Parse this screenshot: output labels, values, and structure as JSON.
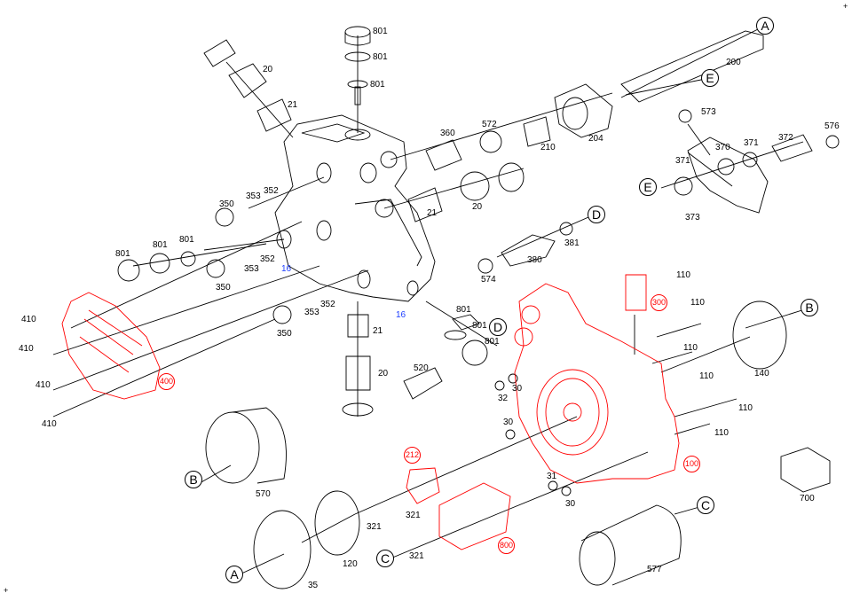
{
  "diagram": {
    "colors": {
      "line": "#000000",
      "highlight": "#ff0000",
      "blue": "#1f3fff"
    },
    "parts": {
      "p801a": "801",
      "p801b": "801",
      "p801c": "801",
      "p20a": "20",
      "p21a": "21",
      "refA1": "A",
      "p200": "200",
      "refE1": "E",
      "p573": "573",
      "p576": "576",
      "p372": "372",
      "p371a": "371",
      "p370": "370",
      "p371b": "371",
      "refE2": "E",
      "p373": "373",
      "p360": "360",
      "p572": "572",
      "p210": "210",
      "p204": "204",
      "p20b": "20",
      "p21b": "21",
      "refD1": "D",
      "p381": "381",
      "p380": "380",
      "p574": "574",
      "p353a": "353",
      "p352a": "352",
      "p350a": "350",
      "p801d": "801",
      "p801e": "801",
      "p801f": "801",
      "p353b": "353",
      "p352b": "352",
      "p350b": "350",
      "p16a": "16",
      "p350c": "350",
      "p353c": "353",
      "p352c": "352",
      "p16b": "16",
      "p21c": "21",
      "p20c": "20",
      "p801g": "801",
      "p801h": "801",
      "p801i": "801",
      "refD2": "D",
      "p410a": "410",
      "p410b": "410",
      "p410c": "410",
      "p410d": "410",
      "p400": "400",
      "p520": "520",
      "p32": "32",
      "p30a": "30",
      "p30b": "30",
      "p300": "300",
      "p110a": "110",
      "p110b": "110",
      "p110c": "110",
      "p110d": "110",
      "p110e": "110",
      "p110f": "110",
      "refB1": "B",
      "p140": "140",
      "p212": "212",
      "p100": "100",
      "p700": "700",
      "refB2": "B",
      "p570": "570",
      "p321a": "321",
      "p321b": "321",
      "p321c": "321",
      "p31": "31",
      "p30c": "30",
      "refC1": "C",
      "p800": "800",
      "refC2": "C",
      "p577": "577",
      "refA2": "A",
      "p120": "120",
      "p35": "35"
    },
    "marks": {
      "plus": "+"
    }
  }
}
